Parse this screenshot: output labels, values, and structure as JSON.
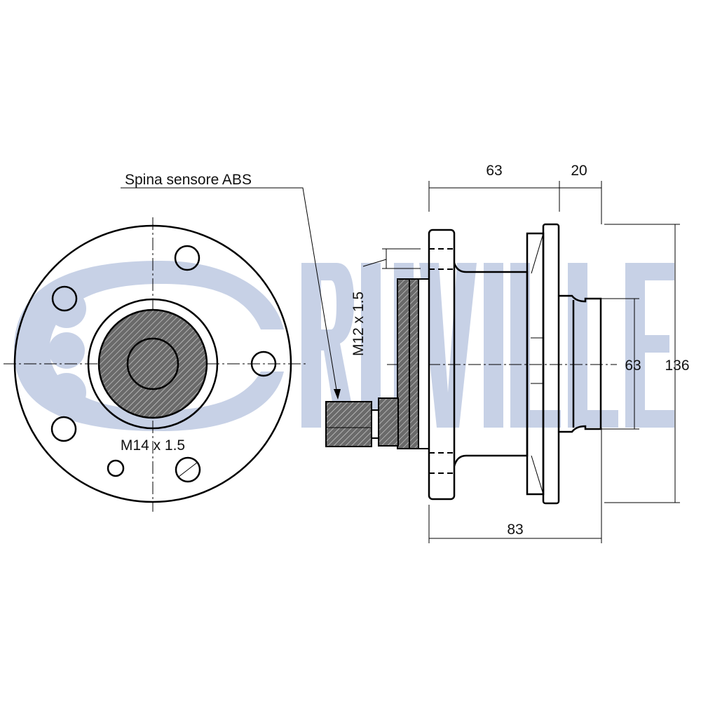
{
  "watermark": {
    "brand": "RUVILLE",
    "color": "#c7d1e6"
  },
  "labels": {
    "abs_sensor": "Spina sensore ABS",
    "wheel_bolt_thread": "M14 x 1.5",
    "axle_thread": "M12 x 1.5"
  },
  "dimensions": {
    "hub_length": "63",
    "pilot_length": "20",
    "total_length": "83",
    "pilot_diameter": "63",
    "flange_diameter": "136"
  }
}
